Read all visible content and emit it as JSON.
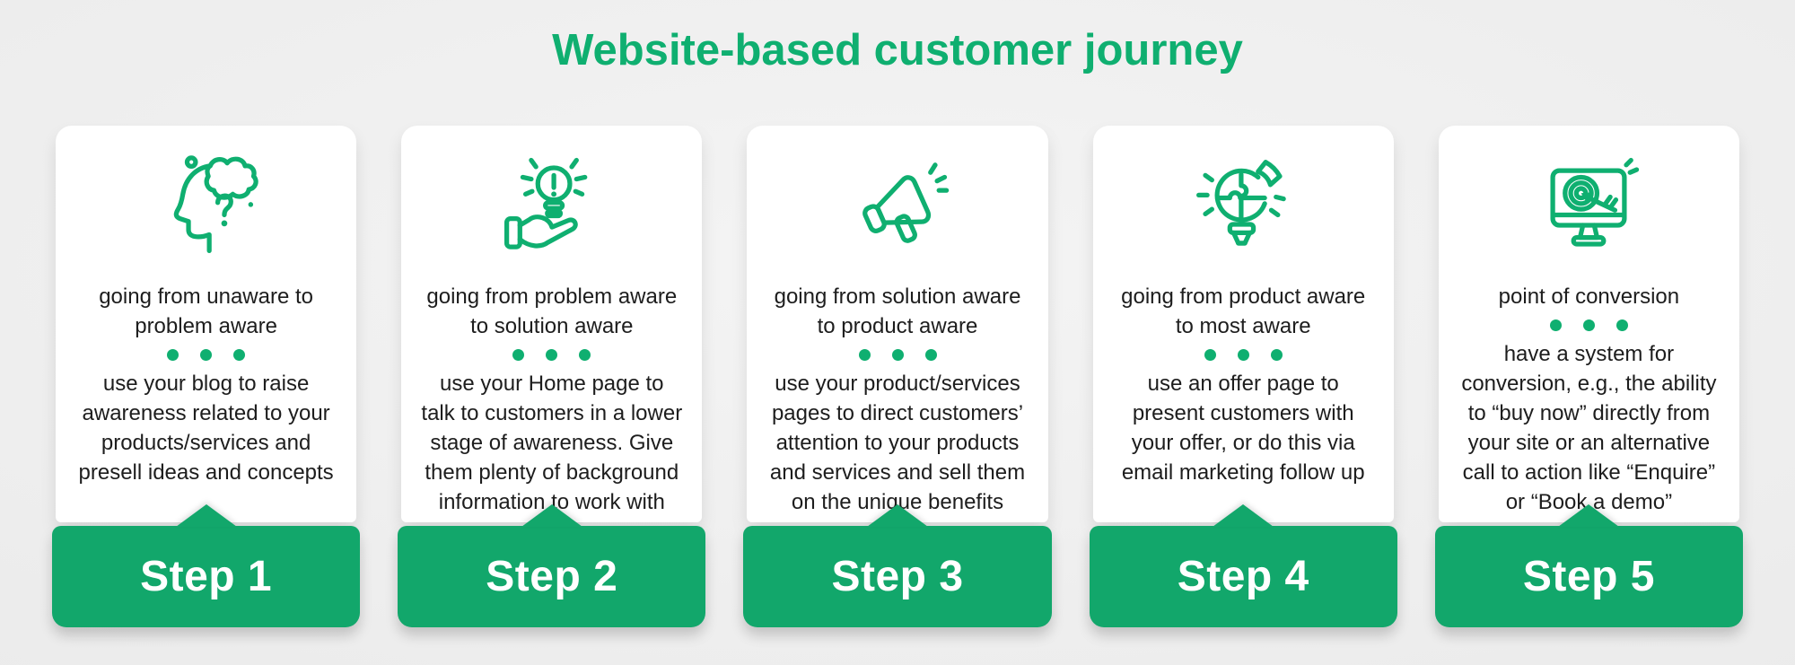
{
  "title": "Website-based customer journey",
  "colors": {
    "accent_green": "#0FAF70",
    "banner_green": "#12A76B",
    "background_gray": "#ECECEC",
    "card_white": "#FFFFFF",
    "text_dark": "#1D1D1D"
  },
  "steps": [
    {
      "icon": "head-question-icon",
      "heading": "going from unaware to\nproblem aware",
      "description": "use your blog to raise\nawareness related to your\nproducts/services and\npresell ideas and concepts",
      "label": "Step 1"
    },
    {
      "icon": "hand-lightbulb-icon",
      "heading": "going from problem aware\nto solution aware",
      "description": "use your Home page to\ntalk to customers in a lower\nstage of awareness. Give\nthem plenty of background\ninformation to work with",
      "label": "Step 2"
    },
    {
      "icon": "megaphone-icon",
      "heading": "going from solution aware\nto product aware",
      "description": "use your product/services\npages to direct customers’\nattention to your products\nand services and sell them\non the unique benefits",
      "label": "Step 3"
    },
    {
      "icon": "puzzle-lightbulb-icon",
      "heading": "going from product aware\nto most aware",
      "description": "use an offer page to\npresent customers with\nyour offer, or do this via\nemail marketing follow up",
      "label": "Step 4"
    },
    {
      "icon": "monitor-target-icon",
      "heading": "point of conversion",
      "description": "have a system for\nconversion, e.g., the ability\nto “buy now” directly from\nyour site or an alternative\ncall to action like “Enquire”\nor “Book a demo”",
      "label": "Step 5"
    }
  ]
}
